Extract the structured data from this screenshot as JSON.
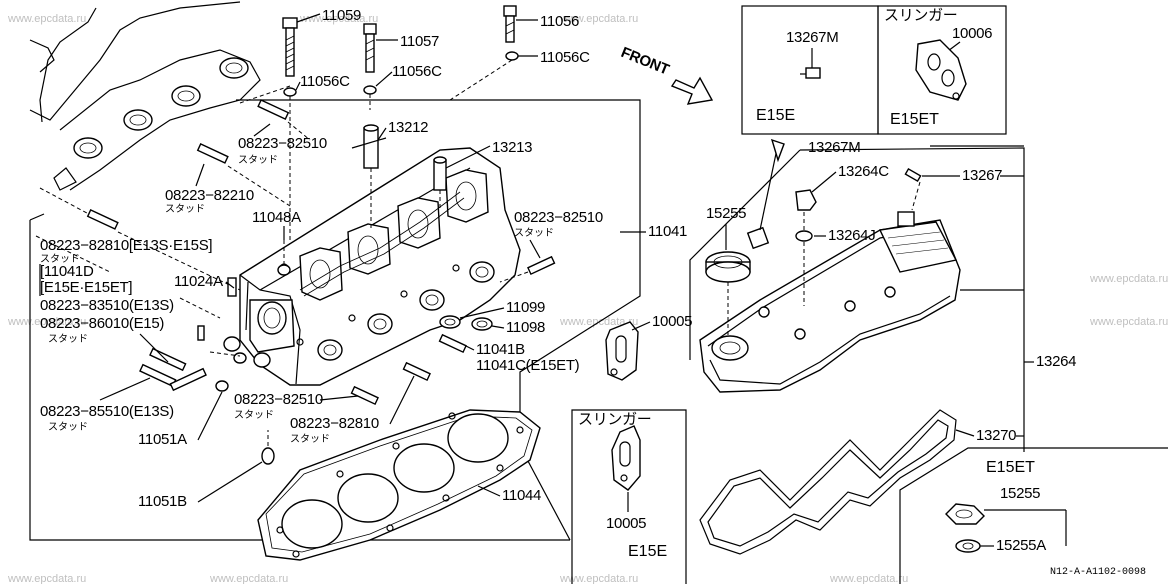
{
  "watermark": "www.epcdata.ru",
  "footer_code": "N12-A-A1102-0098",
  "front_label": "FRONT",
  "stud_jp": "スタッド",
  "sling_jp": "スリンガー",
  "callouts": {
    "p11059": "11059",
    "p11057": "11057",
    "p11056": "11056",
    "p11056c_a": "11056C",
    "p11056c_b": "11056C",
    "p11056c_c": "11056C",
    "p13212": "13212",
    "p13213": "13213",
    "p08223_82510_a": "08223−82510",
    "p08223_82210": "08223−82210",
    "p11048a": "11048A",
    "p08223_82510_b": "08223−82510",
    "p11041": "11041",
    "p08223_82810_top": "08223−82810[E13S·E15S]",
    "p11041d": "[11041D",
    "p11041d_sub": "[E15E·E15ET]",
    "p11024a": "11024A",
    "p08223_83510": "08223−83510(E13S)",
    "p08223_86010": "08223−86010(E15)",
    "p11099": "11099",
    "p11098": "11098",
    "p11041b": "11041B",
    "p11041c": "11041C(E15ET)",
    "p10005_main": "10005",
    "p08223_85510": "08223−85510(E13S)",
    "p08223_82510_c": "08223−82510",
    "p08223_82810_bot": "08223−82810",
    "p11051a": "11051A",
    "p11051b": "11051B",
    "p11044": "11044",
    "p13267m_top": "13267M",
    "p13264c": "13264C",
    "p13267": "13267",
    "p15255": "15255",
    "p13264j": "13264J",
    "p13264": "13264",
    "p13270": "13270",
    "box_e15e_part": "13267M",
    "box_e15et_part": "10006",
    "box_bottom_part": "10005",
    "box_bl_part1": "15255",
    "box_bl_part2": "15255A"
  },
  "boxes": {
    "e15e": "E15E",
    "e15et": "E15ET",
    "bottom_e15e": "E15E",
    "br_e15et": "E15ET"
  }
}
